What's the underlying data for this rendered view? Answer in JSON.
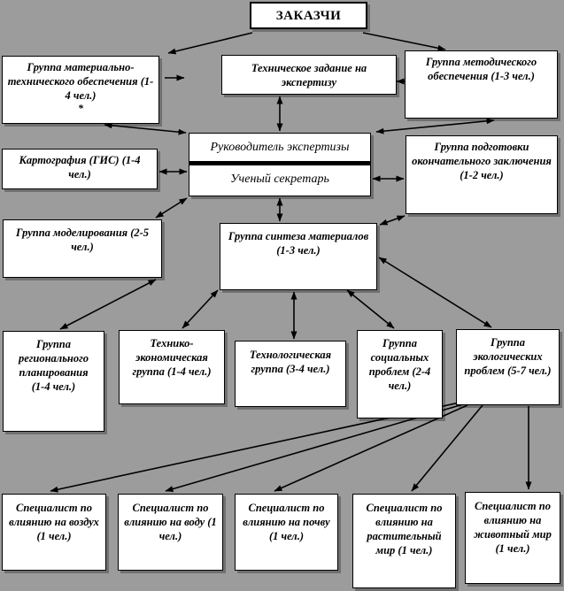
{
  "colors": {
    "background": "#9c9c9c",
    "box_bg": "#ffffff",
    "box_border": "#000000"
  },
  "diagram": {
    "title": "ЗАКАЗЧИ",
    "nodes": {
      "customers": "ЗАКАЗЧИ",
      "logistics": "Группа материально-технического обеспечения (1-4 чел.)",
      "logistics_note": "*",
      "task": "Техническое задание на экспертизу",
      "methodology": "Группа методического обеспечения (1-3 чел.)",
      "expertise_head": "Руководитель экспертизы",
      "scientific_secretary": "Ученый секретарь",
      "cartography": "Картография (ГИС) (1-4 чел.)",
      "final_conclusion": "Группа подготовки окончательного заключения (1-2 чел.)",
      "modeling": "Группа моделирования (2-5 чел.)",
      "synthesis": "Группа синтеза материалов (1-3 чел.)",
      "regional_planning": "Группа регионального планирования (1-4 чел.)",
      "techno_economic": "Технико-экономическая группа (1-4 чел.)",
      "technological": "Технологическая группа (3-4 чел.)",
      "social": "Группа социальных проблем (2-4 чел.)",
      "ecological": "Группа экологических проблем (5-7 чел.)",
      "spec_air": "Специалист по влиянию на воздух (1 чел.)",
      "spec_water": "Специалист по влиянию на воду (1 чел.)",
      "spec_soil": "Специалист по влиянию на почву (1 чел.)",
      "spec_flora": "Специалист по влиянию на растительный мир (1 чел.)",
      "spec_fauna": "Специалист по влиянию на животный мир (1 чел.)"
    }
  }
}
